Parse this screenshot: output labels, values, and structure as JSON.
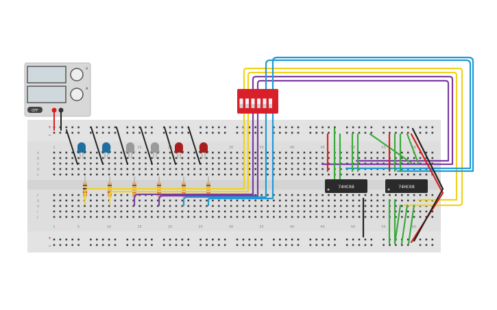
{
  "breadboard": {
    "column_numbers": [
      "1",
      "5",
      "10",
      "15",
      "20",
      "25",
      "30",
      "35",
      "40",
      "45",
      "50",
      "55",
      "60"
    ],
    "row_letters_top": [
      "A",
      "B",
      "C",
      "D",
      "E"
    ],
    "row_letters_bottom": [
      "F",
      "G",
      "H",
      "I",
      "J"
    ],
    "rail_plus": "+",
    "rail_minus": "−"
  },
  "power_supply": {
    "label_top": "V",
    "label_bottom": "A",
    "button_label": "OFF"
  },
  "chips": [
    {
      "label": "74HC08"
    },
    {
      "label": "74HC08"
    }
  ],
  "colors": {
    "board": "#dedede",
    "wire_yellow": "#f2d21a",
    "wire_purple": "#7b3aa0",
    "wire_blue": "#1e9ad6",
    "wire_red": "#d81e1e",
    "wire_green": "#3aaa3a",
    "wire_black": "#222222",
    "dip_switch": "#d9202a",
    "led_blue": "#1f6e9e",
    "led_gray": "#9a9a9a",
    "led_red": "#a81e1e"
  },
  "leds": [
    "blue",
    "blue",
    "gray",
    "gray",
    "red",
    "red"
  ],
  "dip_switch_positions": 6
}
